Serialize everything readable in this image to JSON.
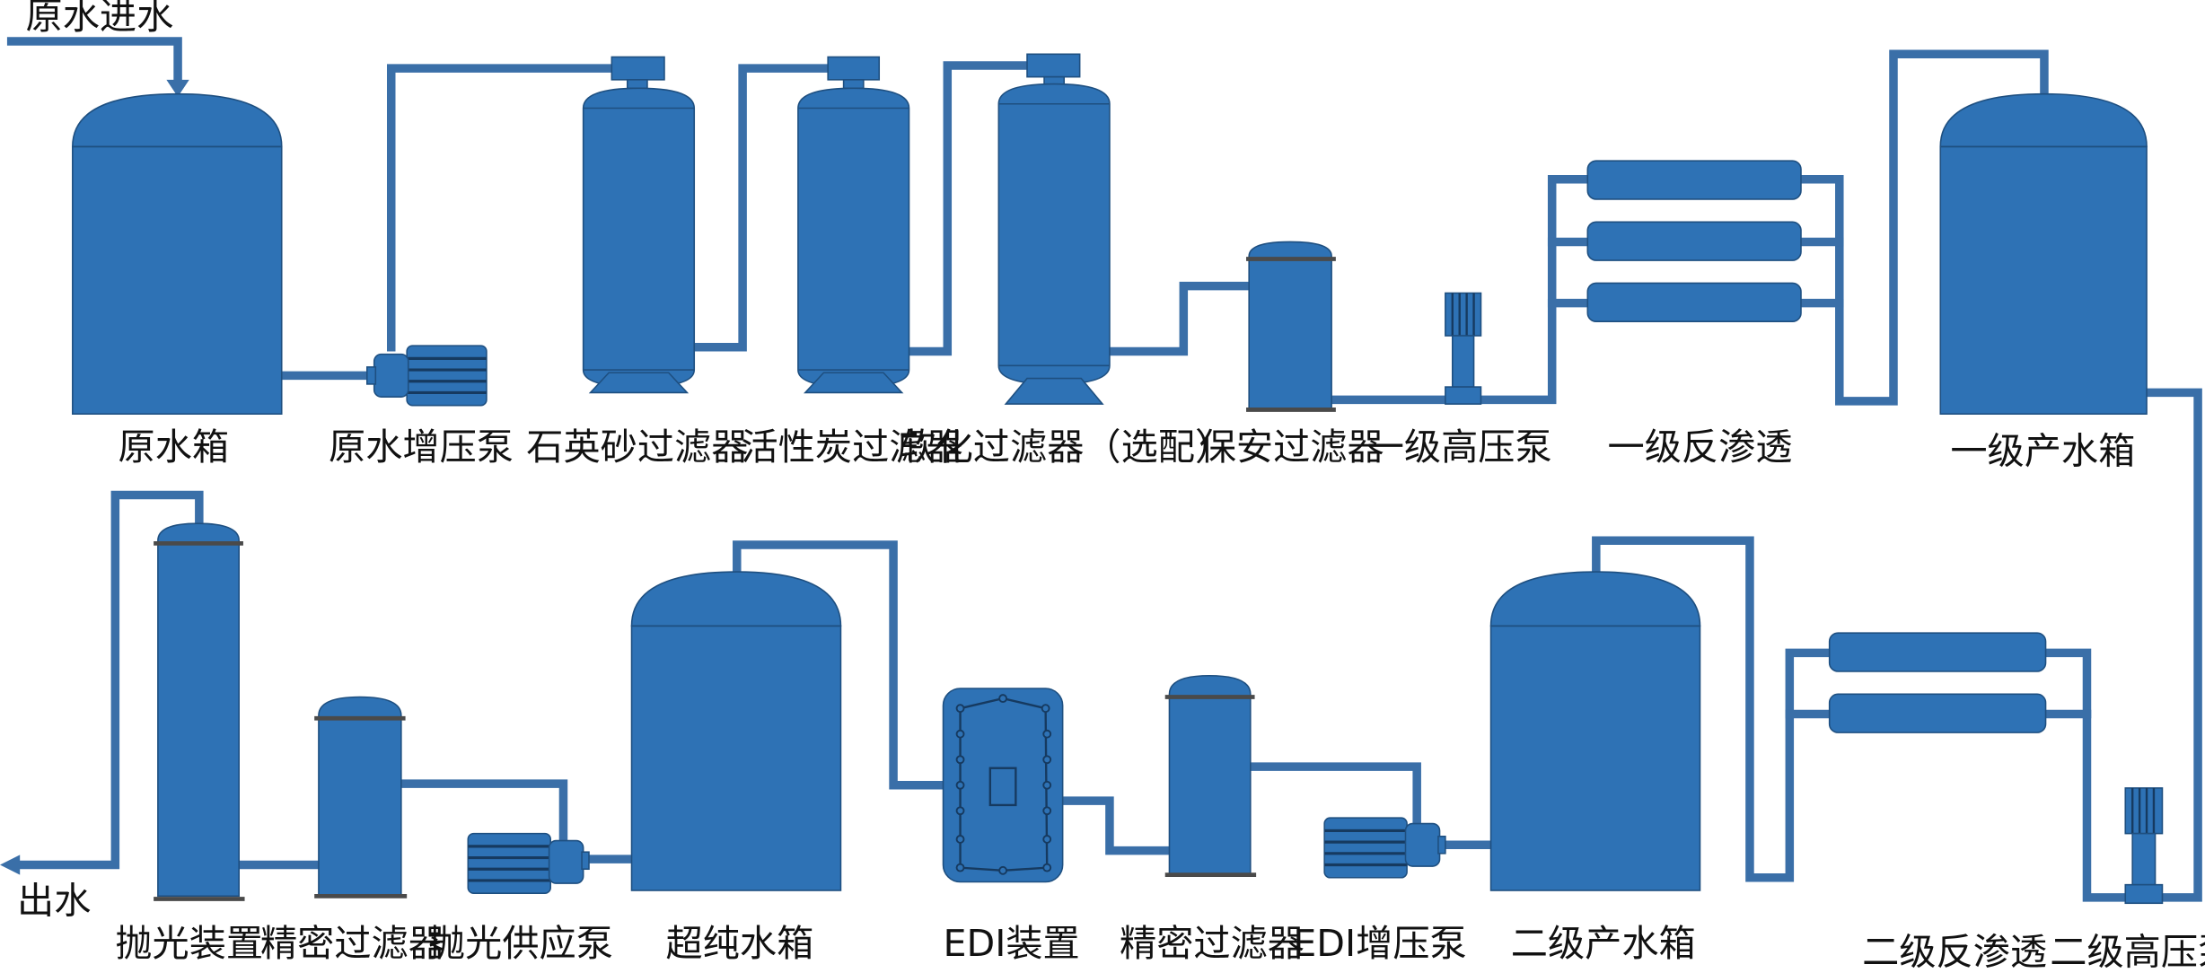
{
  "colors": {
    "equipment_fill": "#2e72b5",
    "equipment_stroke": "#1e4f80",
    "pipe": "#3a6fa8",
    "rim": "#4a4a4a",
    "label": "#111111",
    "background": "#ffffff"
  },
  "flow": {
    "inlet_label": "原水进水",
    "outlet_label": "出水"
  },
  "row1": {
    "raw_tank": "原水箱",
    "raw_pump": "原水增压泵",
    "sand_filter": "石英砂过滤器",
    "carbon_filter": "活性炭过滤器",
    "softener": "软化过滤器（选配）",
    "security_filter": "保安过滤器",
    "hp_pump_1": "一级高压泵",
    "ro_1": "一级反渗透",
    "product_tank_1": "一级产水箱"
  },
  "row2": {
    "polisher": "抛光装置",
    "precision_filter_a": "精密过滤器",
    "polish_pump": "抛光供应泵",
    "ultrapure_tank": "超纯水箱",
    "edi": "EDI装置",
    "precision_filter_b": "精密过滤器",
    "edi_pump": "EDI增压泵",
    "product_tank_2": "二级产水箱",
    "ro_2": "二级反渗透",
    "hp_pump_2": "二级高压泵"
  }
}
